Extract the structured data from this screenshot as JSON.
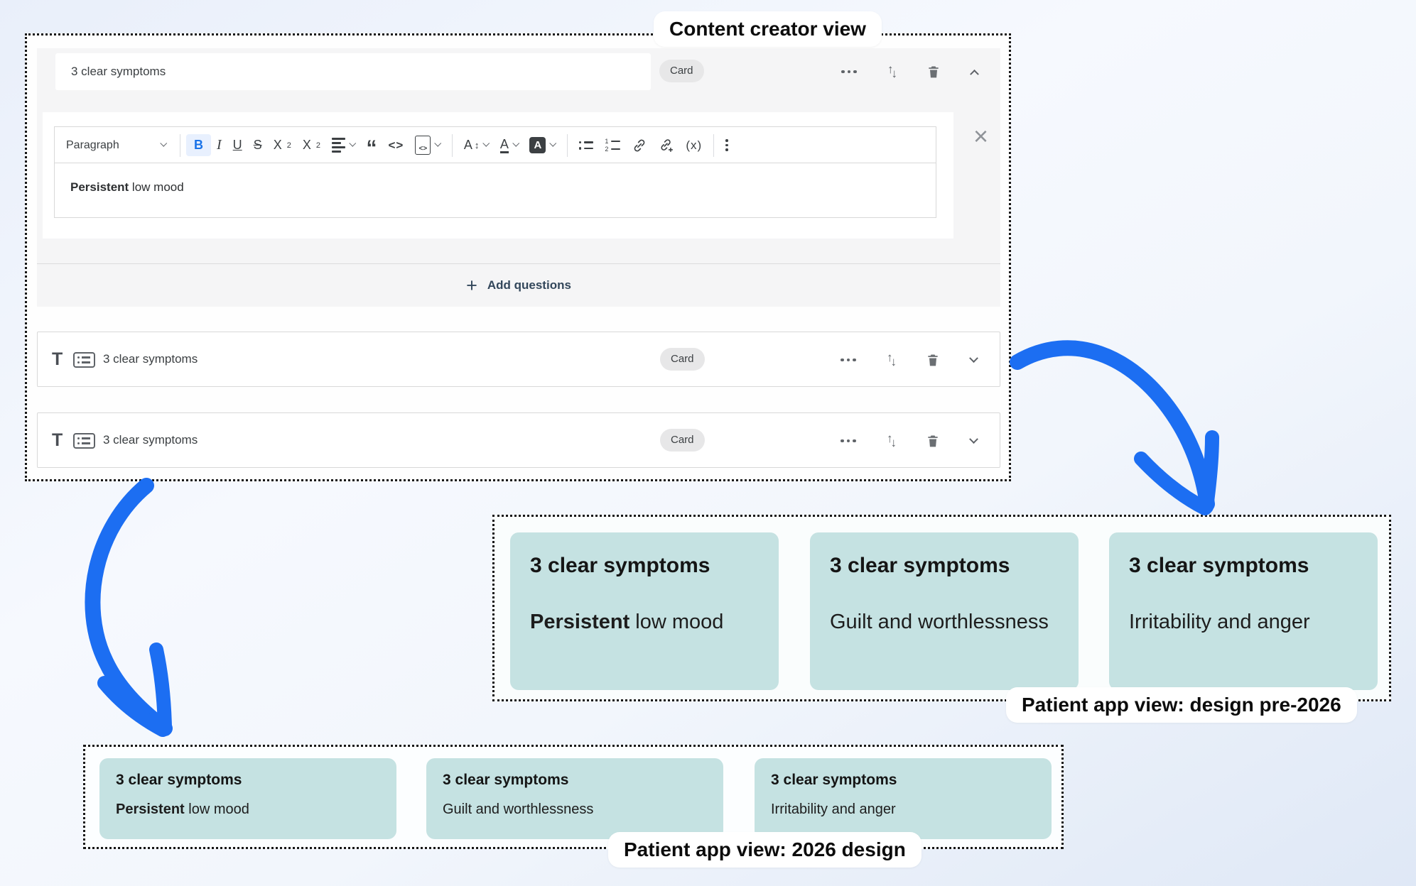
{
  "labels": {
    "creator": "Content creator view",
    "pre2026": "Patient app view: design pre-2026",
    "design2026": "Patient app view: 2026 design"
  },
  "creator": {
    "title_value": "3 clear symptoms",
    "badge": "Card",
    "toolbar": {
      "paragraph": "Paragraph",
      "bold": "B",
      "italic": "I",
      "underline": "U",
      "strikethrough": "S",
      "sub_base": "X",
      "sub_script": "2",
      "sup_base": "X",
      "sup_script": "2",
      "quote": "“",
      "code": "<>",
      "codeblock": "<>",
      "fontsize_letter": "A",
      "fontsize_arrows": "↕",
      "fontcolor_letter": "A",
      "bgcolor_letter": "A",
      "list_one": "1",
      "list_two": "2",
      "variable": "(x)"
    },
    "editor_bold": "Persistent",
    "editor_rest": " low mood",
    "add_plus": "+",
    "add_label": "Add questions",
    "rows": [
      {
        "type": "T",
        "title": "3 clear symptoms",
        "badge": "Card"
      },
      {
        "type": "T",
        "title": "3 clear symptoms",
        "badge": "Card"
      }
    ]
  },
  "pre2026_cards": [
    {
      "title": "3 clear symptoms",
      "body_bold": "Persistent",
      "body_rest": " low mood"
    },
    {
      "title": "3 clear symptoms",
      "body_bold": "",
      "body_rest": "Guilt and worthlessness"
    },
    {
      "title": "3 clear symptoms",
      "body_bold": "",
      "body_rest": "Irritability and anger"
    }
  ],
  "cards2026": [
    {
      "title": "3 clear symptoms",
      "body_bold": "Persistent",
      "body_rest": " low mood"
    },
    {
      "title": "3 clear symptoms",
      "body_bold": "",
      "body_rest": "Guilt and worthlessness"
    },
    {
      "title": "3 clear symptoms",
      "body_bold": "",
      "body_rest": "Irritability and anger"
    }
  ],
  "icons": {
    "close": "×",
    "up_arrow": "↑",
    "down_arrow": "↓"
  },
  "colors": {
    "teal_card": "#c5e2e2",
    "arrow_blue": "#1c6ef2",
    "bold_active_bg": "#e8f0fe",
    "bold_active_fg": "#1a73e8"
  }
}
